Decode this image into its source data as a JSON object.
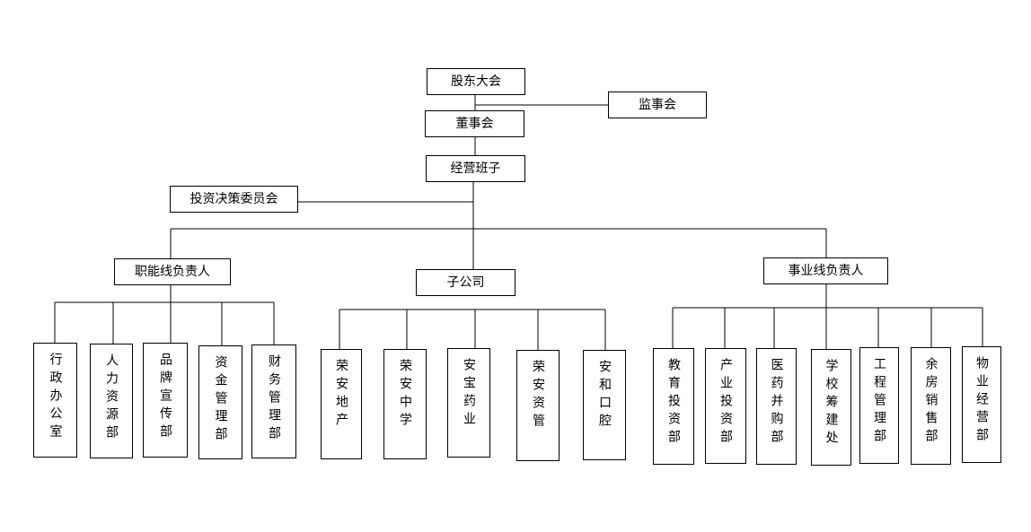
{
  "top": {
    "shareholders": "股东大会",
    "supervisors": "监事会",
    "board": "董事会",
    "management": "经营班子",
    "investment_committee": "投资决策委员会"
  },
  "branches": {
    "functional": "职能线负责人",
    "subsidiary": "子公司",
    "business": "事业线负责人"
  },
  "functional_depts": [
    "行政办公室",
    "人力资源部",
    "品牌宣传部",
    "资金管理部",
    "财务管理部"
  ],
  "subsidiaries": [
    "荣安地产",
    "荣安中学",
    "安宝药业",
    "荣安资管",
    "安和口腔"
  ],
  "business_depts": [
    "教育投资部",
    "产业投资部",
    "医药并购部",
    "学校筹建处",
    "工程管理部",
    "余房销售部",
    "物业经营部"
  ]
}
